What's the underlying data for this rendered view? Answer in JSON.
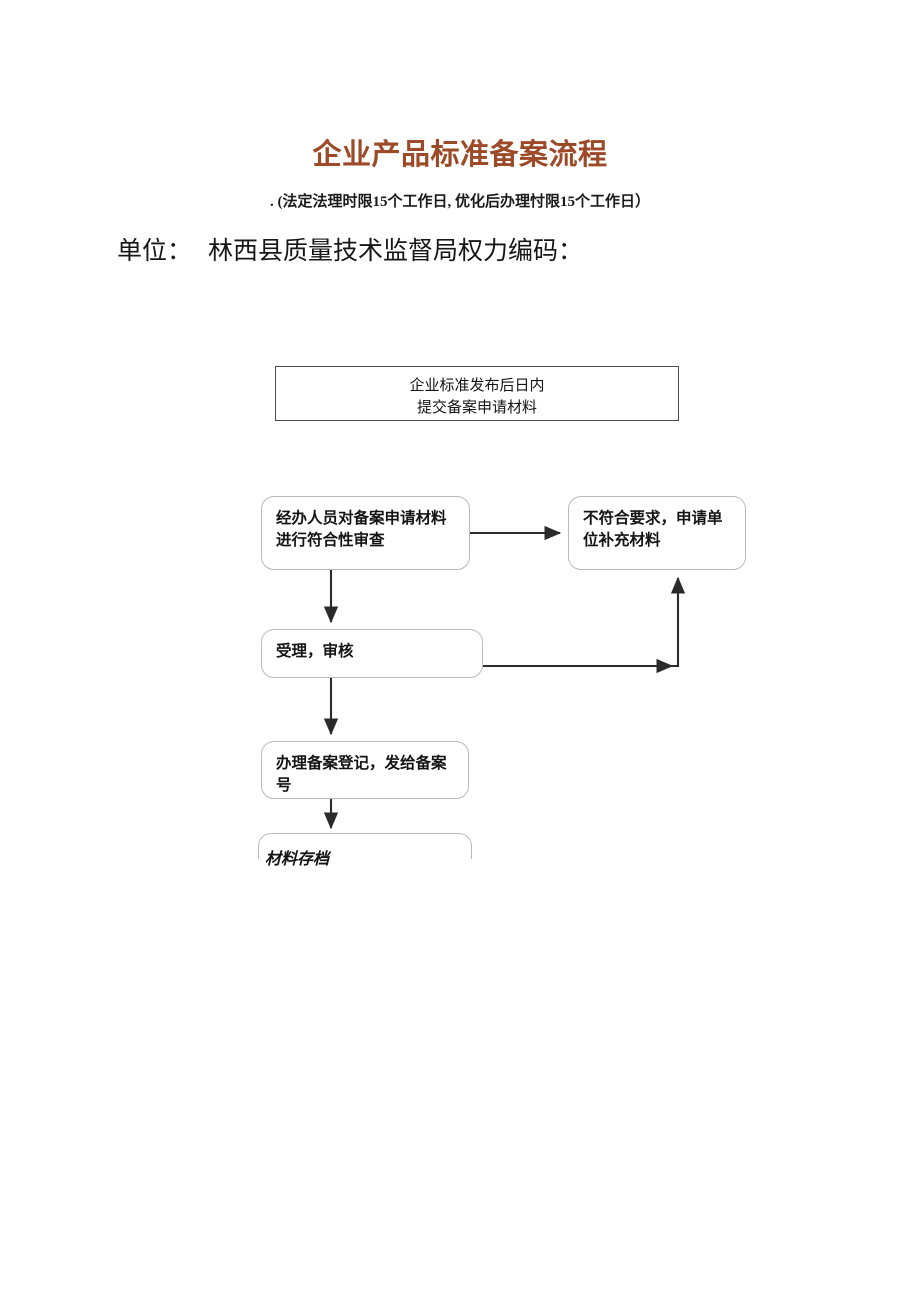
{
  "document": {
    "title": "企业产品标准备案流程",
    "title_color": "#9c4a27",
    "subtitle": ". (法定法理时限15个工作日, 优化后办理忖限15个工作日）",
    "unit_label": "单位：",
    "unit_value": "林西县质量技术监督局权力编码："
  },
  "flowchart": {
    "type": "flowchart",
    "nodes": [
      {
        "id": "submit",
        "shape": "rectangle",
        "line1": "企业标准发布后日内",
        "line2": "提交备案申请材料"
      },
      {
        "id": "review",
        "shape": "rounded-rectangle",
        "line1": "经办人员对备案申请材料",
        "line2": "进行符合性审查"
      },
      {
        "id": "reject",
        "shape": "rounded-rectangle",
        "line1": "不符合要求，申请单",
        "line2": "位补充材料"
      },
      {
        "id": "accept",
        "shape": "rounded-rectangle",
        "line1": "受理，审核",
        "line2": ""
      },
      {
        "id": "register",
        "shape": "rounded-rectangle",
        "line1": "办理备案登记，发给备案",
        "line2": "号"
      },
      {
        "id": "archive",
        "shape": "rounded-rectangle-clipped",
        "line1": "材料存档",
        "line2": ""
      }
    ],
    "edges": [
      {
        "from": "review",
        "to": "reject",
        "direction": "right"
      },
      {
        "from": "review",
        "to": "accept",
        "direction": "down"
      },
      {
        "from": "accept",
        "to": "reject",
        "direction": "right-then-up"
      },
      {
        "from": "accept",
        "to": "register",
        "direction": "down"
      },
      {
        "from": "register",
        "to": "archive",
        "direction": "down"
      }
    ],
    "edge_color": "#2b2b2b",
    "node_border_color": "#b9b9bd",
    "rect_border_color": "#4c4c55"
  }
}
